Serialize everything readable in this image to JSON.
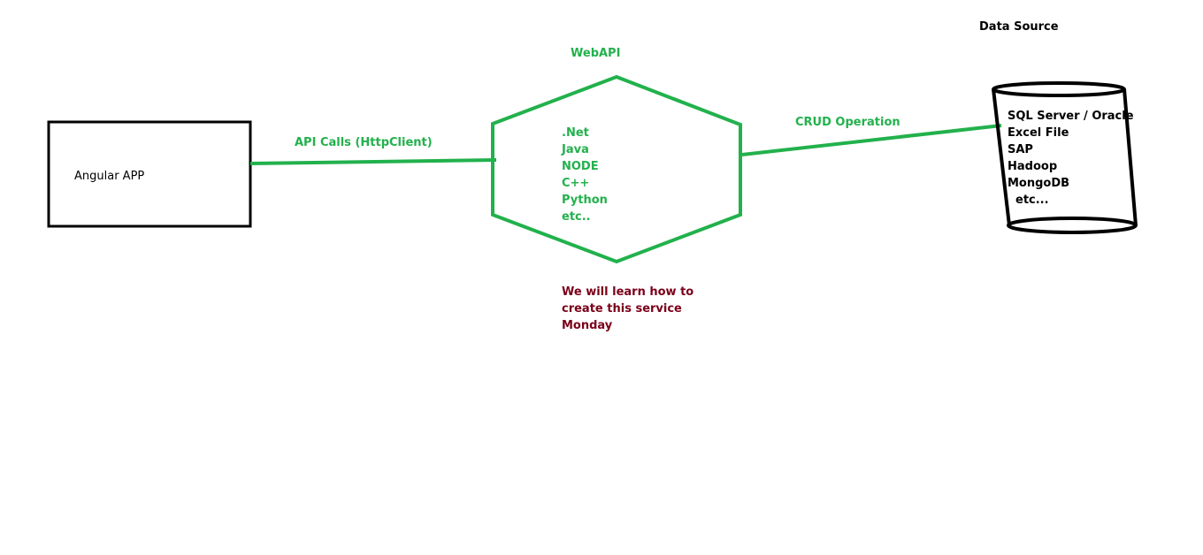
{
  "colors": {
    "accent_green": "#22b14c",
    "note_maroon": "#7a0019",
    "outline": "#000000"
  },
  "angular_app": {
    "label": "Angular APP"
  },
  "api_calls": {
    "label": "API Calls (HttpClient)"
  },
  "webapi": {
    "title": "WebAPI",
    "items": [
      ".Net",
      "Java",
      "NODE",
      "C++",
      "Python",
      "etc.."
    ]
  },
  "note": {
    "lines": [
      "We will learn how to",
      "create this service",
      "Monday"
    ]
  },
  "crud": {
    "label": "CRUD Operation"
  },
  "data_source": {
    "title": "Data Source",
    "items": [
      "SQL Server / Oracle",
      "Excel File",
      "SAP",
      "Hadoop",
      "MongoDB",
      "etc..."
    ]
  }
}
